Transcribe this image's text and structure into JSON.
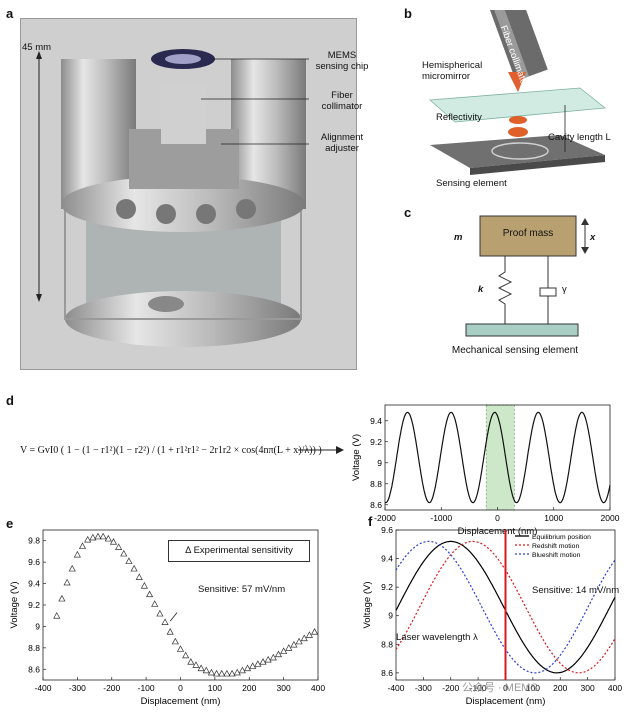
{
  "panels": {
    "a": "a",
    "b": "b",
    "c": "c",
    "d": "d",
    "e": "e",
    "f": "f"
  },
  "panel_a": {
    "scale_label": "45 mm",
    "labels": [
      "MEMS sensing chip",
      "Fiber collimator",
      "Alignment adjuster"
    ]
  },
  "panel_b": {
    "collimator": "Fiber collimator",
    "hemispherical": "Hemispherical micromirror",
    "reflectivity": "Reflectivity",
    "cavity": "Cavity length L",
    "sensing": "Sensing element"
  },
  "panel_c": {
    "mass_label": "Proof mass",
    "m": "m",
    "x": "x",
    "k": "k",
    "gamma": "γ",
    "caption": "Mechanical sensing element"
  },
  "panel_d": {
    "lhs": "V = G",
    "equation_text": "V = GvI0 ( 1 − (1 − r1²)(1 − r2²) / (1 + r1²r1² − 2r1r2 × cos(4nπ(L + x)/λ)) )"
  },
  "panel_e_note": {
    "legend": "Δ Experimental sensitivity",
    "annotation": "Sensitive: 57 mV/nm"
  },
  "panel_f_note": {
    "legend": [
      "Equilibrium position",
      "Redshift motion",
      "Blueshift motion"
    ],
    "annotation": "Sensitive: 14 mV/nm",
    "laser": "Laser wavelength λ",
    "watermark": "公众号 · MEMS"
  },
  "colors": {
    "accent_red": "#d7191c",
    "blue": "#2b3fd6",
    "highlight": "#cde8c8",
    "mass": "#b8a070",
    "base": "#a9cfc4"
  },
  "chart_data": [
    {
      "type": "line",
      "panel": "d",
      "title": "",
      "xlabel": "Displacement (nm)",
      "ylabel": "Voltage (V)",
      "xlim": [
        -2000,
        2000
      ],
      "ylim": [
        8.55,
        9.55
      ],
      "xticks": [
        -2000,
        -1000,
        0,
        1000,
        2000
      ],
      "yticks": [
        8.6,
        8.8,
        9,
        9.2,
        9.4
      ],
      "series": [
        {
          "form": "sinusoid",
          "min": 8.62,
          "max": 9.48,
          "period": 775,
          "peak_at": -50
        }
      ],
      "highlight_x": [
        -200,
        300
      ]
    },
    {
      "type": "scatter",
      "panel": "e",
      "title": "",
      "xlabel": "Displacement (nm)",
      "ylabel": "Voltage (V)",
      "xlim": [
        -400,
        400
      ],
      "ylim": [
        8.5,
        9.9
      ],
      "xticks": [
        -400,
        -300,
        -200,
        -100,
        0,
        100,
        200,
        300,
        400
      ],
      "yticks": [
        8.6,
        8.8,
        9,
        9.2,
        9.4,
        9.6,
        9.8
      ],
      "series": [
        {
          "name": "Δ Experimental sensitivity",
          "x": [
            -360,
            -345,
            -330,
            -315,
            -300,
            -285,
            -270,
            -255,
            -240,
            -225,
            -210,
            -195,
            -180,
            -165,
            -150,
            -135,
            -120,
            -105,
            -90,
            -75,
            -60,
            -45,
            -30,
            -15,
            0,
            15,
            30,
            45,
            60,
            75,
            90,
            105,
            120,
            135,
            150,
            165,
            180,
            195,
            210,
            225,
            240,
            255,
            270,
            285,
            300,
            315,
            330,
            345,
            360,
            375,
            390
          ],
          "y": [
            9.1,
            9.26,
            9.41,
            9.54,
            9.67,
            9.75,
            9.81,
            9.83,
            9.84,
            9.84,
            9.82,
            9.79,
            9.74,
            9.68,
            9.61,
            9.54,
            9.46,
            9.38,
            9.3,
            9.21,
            9.12,
            9.04,
            8.95,
            8.86,
            8.79,
            8.73,
            8.67,
            8.64,
            8.61,
            8.59,
            8.57,
            8.56,
            8.56,
            8.56,
            8.56,
            8.57,
            8.59,
            8.61,
            8.63,
            8.65,
            8.67,
            8.69,
            8.71,
            8.74,
            8.77,
            8.8,
            8.83,
            8.86,
            8.89,
            8.92,
            8.95
          ]
        }
      ]
    },
    {
      "type": "line",
      "panel": "f",
      "title": "",
      "xlabel": "Displacement (nm)",
      "ylabel": "Voltage (V)",
      "xlim": [
        -400,
        400
      ],
      "ylim": [
        8.55,
        9.6
      ],
      "xticks": [
        -400,
        -300,
        -200,
        -100,
        0,
        100,
        200,
        300,
        400
      ],
      "yticks": [
        8.6,
        8.8,
        9,
        9.2,
        9.4,
        9.6
      ],
      "series": [
        {
          "name": "Equilibrium position",
          "color": "#000000",
          "style": "solid",
          "min": 8.6,
          "max": 9.52,
          "period": 775,
          "peak_at": -200
        },
        {
          "name": "Redshift motion",
          "color": "#d7191c",
          "style": "dotted",
          "min": 8.6,
          "max": 9.52,
          "period": 775,
          "peak_at": -120
        },
        {
          "name": "Blueshift motion",
          "color": "#2b3fd6",
          "style": "dotted",
          "min": 8.6,
          "max": 9.52,
          "period": 775,
          "peak_at": -280
        }
      ],
      "marker_x": 0
    }
  ]
}
